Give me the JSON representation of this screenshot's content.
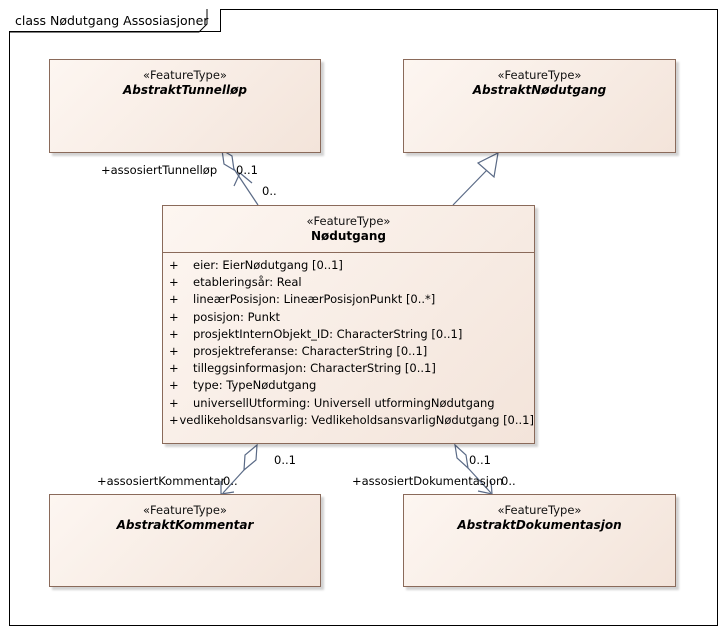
{
  "diagram": {
    "title": "class Nødutgang Assosiasjoner"
  },
  "classes": {
    "tunnellop": {
      "stereotype": "«FeatureType»",
      "name": "AbstraktTunnelløp"
    },
    "nodutgang_abstract": {
      "stereotype": "«FeatureType»",
      "name": "AbstraktNødutgang"
    },
    "nodutgang": {
      "stereotype": "«FeatureType»",
      "name": "Nødutgang",
      "attributes": [
        {
          "vis": "+",
          "text": "eier: EierNødutgang [0..1]"
        },
        {
          "vis": "+",
          "text": "etableringsår: Real"
        },
        {
          "vis": "+",
          "text": "lineærPosisjon: LineærPosisjonPunkt [0..*]"
        },
        {
          "vis": "+",
          "text": "posisjon: Punkt"
        },
        {
          "vis": "+",
          "text": "prosjektInternObjekt_ID: CharacterString [0..1]"
        },
        {
          "vis": "+",
          "text": "prosjektreferanse: CharacterString [0..1]"
        },
        {
          "vis": "+",
          "text": "tilleggsinformasjon: CharacterString [0..1]"
        },
        {
          "vis": "+",
          "text": "type: TypeNødutgang"
        },
        {
          "vis": "+",
          "text": "universellUtforming: Universell utformingNødutgang"
        },
        {
          "vis": "+",
          "text": "vedlikeholdsansvarlig: VedlikeholdsansvarligNødutgang [0..1]"
        }
      ]
    },
    "kommentar": {
      "stereotype": "«FeatureType»",
      "name": "AbstraktKommentar"
    },
    "dokumentasjon": {
      "stereotype": "«FeatureType»",
      "name": "AbstraktDokumentasjon"
    }
  },
  "labels": {
    "tunnel_role": "+assosiertTunnelløp",
    "tunnel_mult_target": "0..1",
    "tunnel_mult_source": "0..",
    "kommentar_mult_source": "0..1",
    "kommentar_role": "+assosiertKommentar",
    "kommentar_mult_target": "0..",
    "dok_mult_source": "0..1",
    "dok_role": "+assosiertDokumentasjon",
    "dok_mult_target": "0.."
  },
  "colors": {
    "border": "#8a6a5a",
    "fill_light": "#fdf6f1",
    "fill_dark": "#f3e4da",
    "connector": "#5a6a86"
  }
}
